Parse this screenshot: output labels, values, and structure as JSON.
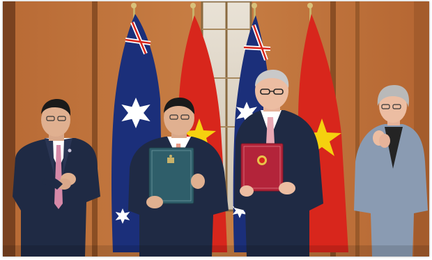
{
  "scene": {
    "type": "photograph",
    "people": [
      "person-left-clapping",
      "person-center-left-folder",
      "person-center-right-folder",
      "person-right-clapping"
    ],
    "flags": [
      "australia-flag",
      "vietnam-flag",
      "australia-flag",
      "vietnam-flag"
    ],
    "folders": [
      {
        "color": "#2f5e6a",
        "emblem": "coat-of-arms-icon"
      },
      {
        "color": "#b3243a",
        "emblem": "state-emblem-icon"
      }
    ],
    "colors": {
      "wall_wood": "#c0763c",
      "wood_dark": "#8a4e24",
      "suit_navy": "#1f2a44",
      "australia_blue": "#1b2f7a",
      "vietnam_red": "#d8261c",
      "vietnam_star": "#f5d10f"
    }
  }
}
